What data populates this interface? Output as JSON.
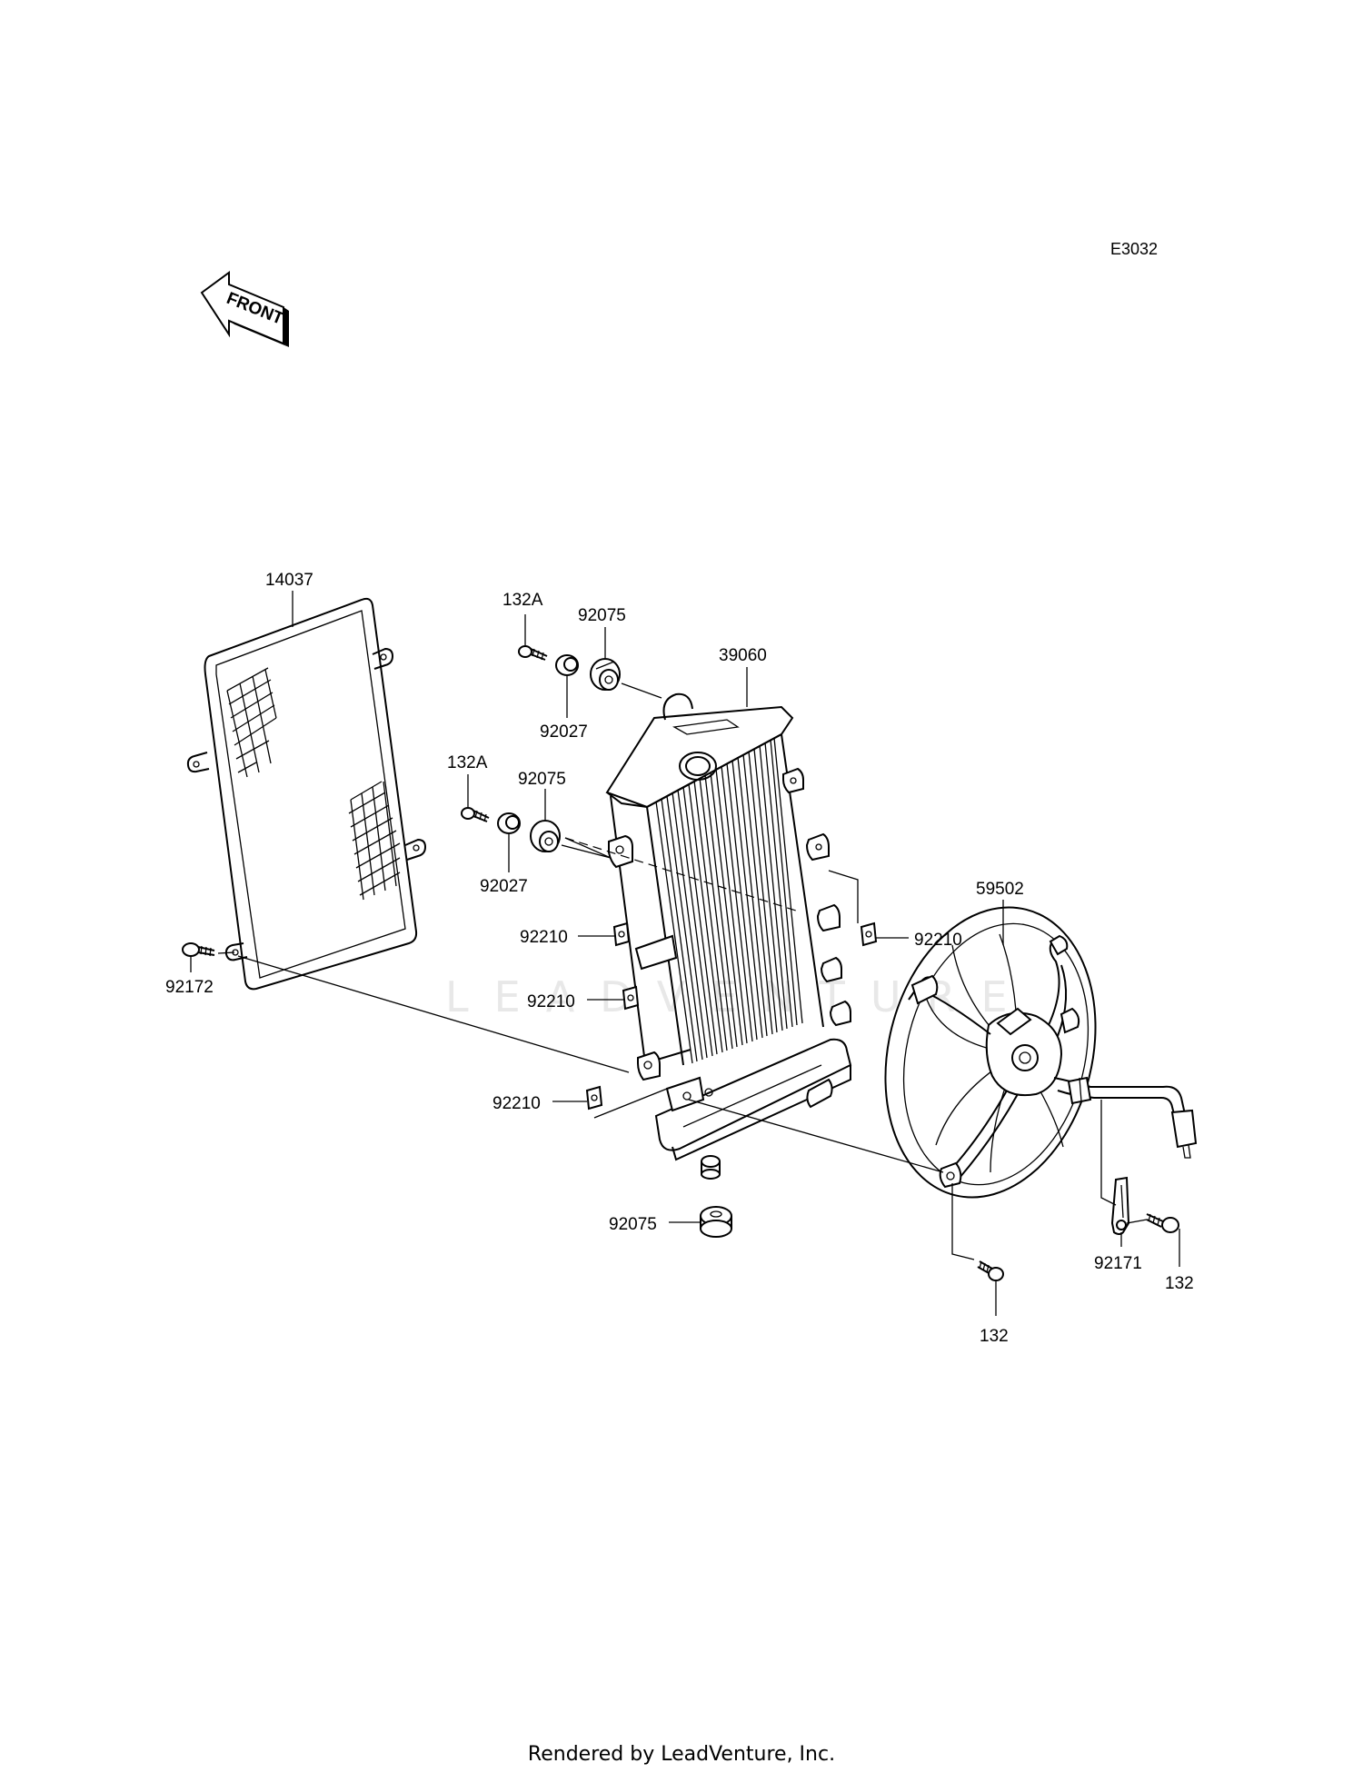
{
  "diagram_code": "E3032",
  "direction_label": "FRONT",
  "watermark": "LEADVENTURE",
  "footer": "Rendered by LeadVenture, Inc.",
  "parts": {
    "p14037": "14037",
    "p132A_a": "132A",
    "p132A_b": "132A",
    "p92075_a": "92075",
    "p92075_b": "92075",
    "p92075_c": "92075",
    "p92027_a": "92027",
    "p92027_b": "92027",
    "p39060": "39060",
    "p92210_a": "92210",
    "p92210_b": "92210",
    "p92210_c": "92210",
    "p92210_d": "92210",
    "p92172": "92172",
    "p59502": "59502",
    "p92171": "92171",
    "p132_a": "132",
    "p132_b": "132"
  }
}
